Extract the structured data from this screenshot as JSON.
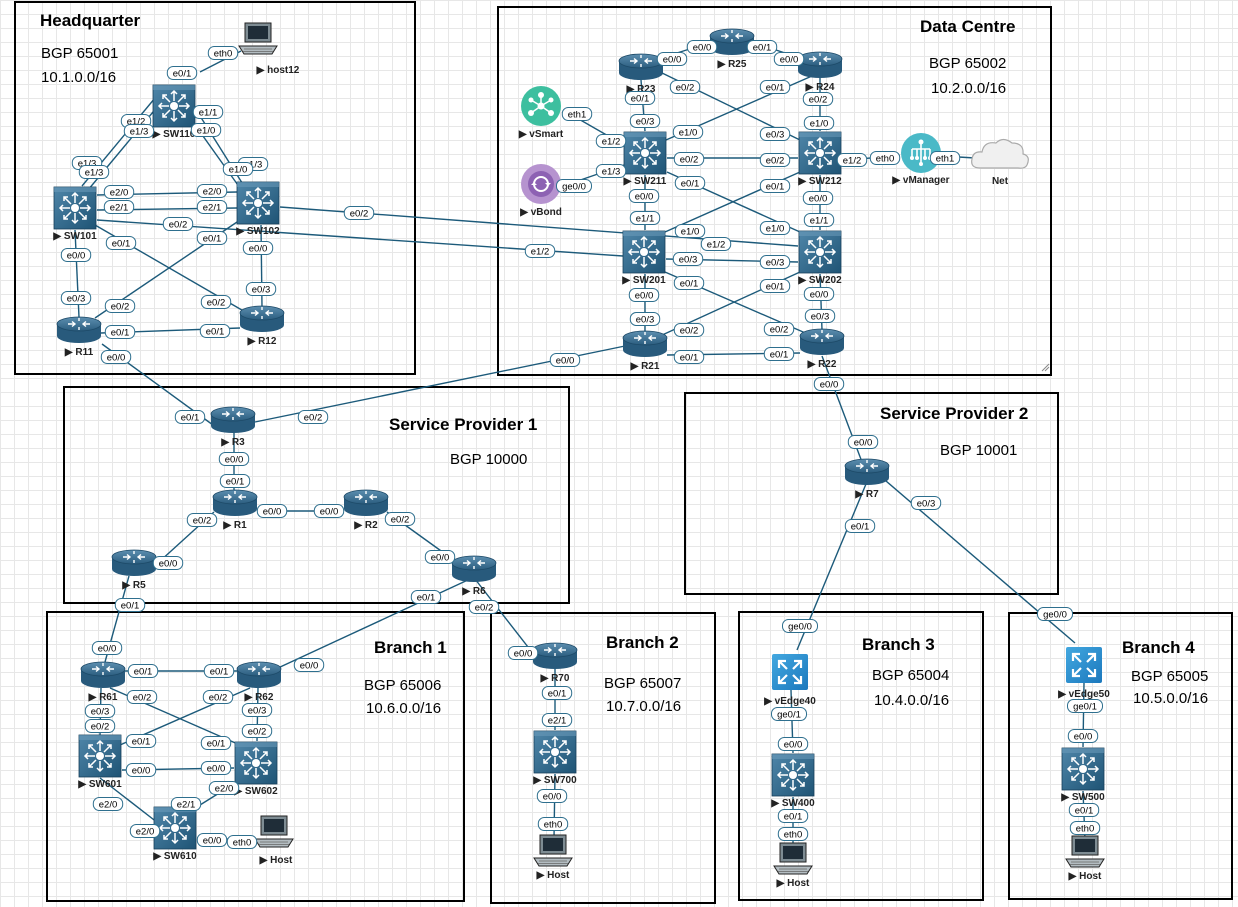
{
  "zones": [
    {
      "id": "hq",
      "title": "Headquarter",
      "lines": [
        "BGP 65001",
        "10.1.0.0/16"
      ]
    },
    {
      "id": "dc",
      "title": "Data Centre",
      "lines": [
        "BGP 65002",
        "10.2.0.0/16"
      ]
    },
    {
      "id": "sp1",
      "title": "Service Provider 1",
      "lines": [
        "BGP 10000"
      ]
    },
    {
      "id": "sp2",
      "title": "Service Provider 2",
      "lines": [
        "BGP 10001"
      ]
    },
    {
      "id": "b1",
      "title": "Branch 1",
      "lines": [
        "BGP 65006",
        "10.6.0.0/16"
      ]
    },
    {
      "id": "b2",
      "title": "Branch 2",
      "lines": [
        "BGP 65007",
        "10.7.0.0/16"
      ]
    },
    {
      "id": "b3",
      "title": "Branch 3",
      "lines": [
        "BGP 65004",
        "10.4.0.0/16"
      ]
    },
    {
      "id": "b4",
      "title": "Branch 4",
      "lines": [
        "BGP 65005",
        "10.5.0.0/16"
      ]
    }
  ],
  "nodes": [
    {
      "id": "host12",
      "label": "host12",
      "kind": "host"
    },
    {
      "id": "SW110",
      "label": "SW110",
      "kind": "switch"
    },
    {
      "id": "SW101",
      "label": "SW101",
      "kind": "switch"
    },
    {
      "id": "SW102",
      "label": "SW102",
      "kind": "switch"
    },
    {
      "id": "R11",
      "label": "R11",
      "kind": "router"
    },
    {
      "id": "R12",
      "label": "R12",
      "kind": "router"
    },
    {
      "id": "R23",
      "label": "R23",
      "kind": "router"
    },
    {
      "id": "R25",
      "label": "R25",
      "kind": "router"
    },
    {
      "id": "R24",
      "label": "R24",
      "kind": "router"
    },
    {
      "id": "vSmart",
      "label": "vSmart",
      "kind": "vsmart"
    },
    {
      "id": "vBond",
      "label": "vBond",
      "kind": "vbond"
    },
    {
      "id": "SW211",
      "label": "SW211",
      "kind": "switch"
    },
    {
      "id": "SW212",
      "label": "SW212",
      "kind": "switch"
    },
    {
      "id": "vManager",
      "label": "vManager",
      "kind": "vmanager"
    },
    {
      "id": "Net",
      "label": "Net",
      "kind": "cloud"
    },
    {
      "id": "SW201",
      "label": "SW201",
      "kind": "switch"
    },
    {
      "id": "SW202",
      "label": "SW202",
      "kind": "switch"
    },
    {
      "id": "R21",
      "label": "R21",
      "kind": "router"
    },
    {
      "id": "R22",
      "label": "R22",
      "kind": "router"
    },
    {
      "id": "R3",
      "label": "R3",
      "kind": "router"
    },
    {
      "id": "R1",
      "label": "R1",
      "kind": "router"
    },
    {
      "id": "R2",
      "label": "R2",
      "kind": "router"
    },
    {
      "id": "R5",
      "label": "R5",
      "kind": "router"
    },
    {
      "id": "R6",
      "label": "R6",
      "kind": "router"
    },
    {
      "id": "R7",
      "label": "R7",
      "kind": "router"
    },
    {
      "id": "R61",
      "label": "R61",
      "kind": "router"
    },
    {
      "id": "R62",
      "label": "R62",
      "kind": "router"
    },
    {
      "id": "SW601",
      "label": "SW601",
      "kind": "switch"
    },
    {
      "id": "SW602",
      "label": "SW602",
      "kind": "switch"
    },
    {
      "id": "SW610",
      "label": "SW610",
      "kind": "switch"
    },
    {
      "id": "HostB1",
      "label": "Host",
      "kind": "host"
    },
    {
      "id": "R70",
      "label": "R70",
      "kind": "router"
    },
    {
      "id": "SW700",
      "label": "SW700",
      "kind": "switch"
    },
    {
      "id": "HostB2",
      "label": "Host",
      "kind": "host"
    },
    {
      "id": "vEdge40",
      "label": "vEdge40",
      "kind": "vedge"
    },
    {
      "id": "SW400",
      "label": "SW400",
      "kind": "switch"
    },
    {
      "id": "HostB3",
      "label": "Host",
      "kind": "host"
    },
    {
      "id": "vEdge50",
      "label": "vEdge50",
      "kind": "vedge"
    },
    {
      "id": "SW500",
      "label": "SW500",
      "kind": "switch"
    },
    {
      "id": "HostB4",
      "label": "Host",
      "kind": "host"
    }
  ],
  "links": [
    {
      "a": "SW110",
      "b": "host12",
      "ia": "e0/1",
      "ib": "eth0"
    },
    {
      "a": "SW110",
      "b": "SW101",
      "ia": "e1/2",
      "ib": "e1/3"
    },
    {
      "a": "SW110",
      "b": "SW101",
      "ia": "e1/3",
      "ib": "e1/3"
    },
    {
      "a": "SW110",
      "b": "SW102",
      "ia": "e1/1",
      "ib": "e1/3"
    },
    {
      "a": "SW110",
      "b": "SW102",
      "ia": "e1/0",
      "ib": "e1/0"
    },
    {
      "a": "SW101",
      "b": "SW102",
      "ia": "e2/0",
      "ib": "e2/0"
    },
    {
      "a": "SW101",
      "b": "SW102",
      "ia": "e2/1",
      "ib": "e2/1"
    },
    {
      "a": "SW101",
      "b": "SW201",
      "ia": "e0/2",
      "ib": "e1/2"
    },
    {
      "a": "SW102",
      "b": "SW202",
      "ia": "e0/2",
      "ib": "e1/2"
    },
    {
      "a": "SW101",
      "b": "R11",
      "ia": "e0/0",
      "ib": "e0/3"
    },
    {
      "a": "SW101",
      "b": "R12",
      "ia": "e0/1",
      "ib": "e0/2"
    },
    {
      "a": "SW102",
      "b": "R11",
      "ia": "e0/1",
      "ib": "e0/2"
    },
    {
      "a": "SW102",
      "b": "R12",
      "ia": "e0/0",
      "ib": "e0/3"
    },
    {
      "a": "R11",
      "b": "R12",
      "ia": "e0/1",
      "ib": "e0/1"
    },
    {
      "a": "R11",
      "b": "R3",
      "ia": "e0/0",
      "ib": "e0/1"
    },
    {
      "a": "R23",
      "b": "R25",
      "ia": "e0/0",
      "ib": "e0/0"
    },
    {
      "a": "R25",
      "b": "R24",
      "ia": "e0/1",
      "ib": "e0/0"
    },
    {
      "a": "R23",
      "b": "SW211",
      "ia": "e0/1",
      "ib": "e0/3"
    },
    {
      "a": "R23",
      "b": "SW212",
      "ia": "e0/2",
      "ib": "e0/3"
    },
    {
      "a": "R24",
      "b": "SW211",
      "ia": "e0/1",
      "ib": "e1/0"
    },
    {
      "a": "R24",
      "b": "SW212",
      "ia": "e0/2",
      "ib": "e1/0"
    },
    {
      "a": "vSmart",
      "b": "SW211",
      "ia": "eth1",
      "ib": "e1/2"
    },
    {
      "a": "vBond",
      "b": "SW211",
      "ia": "ge0/0",
      "ib": "e1/3"
    },
    {
      "a": "SW211",
      "b": "SW212",
      "ia": "e0/2",
      "ib": "e0/2"
    },
    {
      "a": "SW211",
      "b": "SW202",
      "ia": "e0/1",
      "ib": "e1/0"
    },
    {
      "a": "SW212",
      "b": "SW201",
      "ia": "e0/1",
      "ib": "e1/0"
    },
    {
      "a": "SW211",
      "b": "SW201",
      "ia": "e0/0",
      "ib": "e1/1"
    },
    {
      "a": "SW212",
      "b": "SW202",
      "ia": "e0/0",
      "ib": "e1/1"
    },
    {
      "a": "SW212",
      "b": "vManager",
      "ia": "e1/2",
      "ib": "eth0"
    },
    {
      "a": "vManager",
      "b": "Net",
      "ia": "eth1",
      "ib": ""
    },
    {
      "a": "SW201",
      "b": "SW202",
      "ia": "e0/3",
      "ib": "e0/3"
    },
    {
      "a": "SW201",
      "b": "R21",
      "ia": "e0/0",
      "ib": "e0/3"
    },
    {
      "a": "SW201",
      "b": "R22",
      "ia": "e0/1",
      "ib": "e0/2"
    },
    {
      "a": "SW202",
      "b": "R21",
      "ia": "e0/1",
      "ib": "e0/2"
    },
    {
      "a": "SW202",
      "b": "R22",
      "ia": "e0/0",
      "ib": "e0/3"
    },
    {
      "a": "R21",
      "b": "R22",
      "ia": "e0/1",
      "ib": "e0/1"
    },
    {
      "a": "R21",
      "b": "R3",
      "ia": "e0/0",
      "ib": "e0/2"
    },
    {
      "a": "R22",
      "b": "R7",
      "ia": "e0/0",
      "ib": "e0/0"
    },
    {
      "a": "R3",
      "b": "R1",
      "ia": "e0/0",
      "ib": "e0/1"
    },
    {
      "a": "R1",
      "b": "R2",
      "ia": "e0/0",
      "ib": "e0/0"
    },
    {
      "a": "R1",
      "b": "R5",
      "ia": "e0/2",
      "ib": "e0/0"
    },
    {
      "a": "R2",
      "b": "R6",
      "ia": "e0/2",
      "ib": "e0/0"
    },
    {
      "a": "R5",
      "b": "R61",
      "ia": "e0/1",
      "ib": "e0/0"
    },
    {
      "a": "R6",
      "b": "R62",
      "ia": "e0/1",
      "ib": "e0/0"
    },
    {
      "a": "R6",
      "b": "R70",
      "ia": "e0/2",
      "ib": "e0/0"
    },
    {
      "a": "R7",
      "b": "vEdge40",
      "ia": "e0/1",
      "ib": "ge0/0"
    },
    {
      "a": "R7",
      "b": "vEdge50",
      "ia": "e0/3",
      "ib": "ge0/0"
    },
    {
      "a": "R61",
      "b": "R62",
      "ia": "e0/1",
      "ib": "e0/1"
    },
    {
      "a": "R61",
      "b": "SW601",
      "ia": "e0/3",
      "ib": "e0/2"
    },
    {
      "a": "R61",
      "b": "SW602",
      "ia": "e0/2",
      "ib": "e0/1"
    },
    {
      "a": "R62",
      "b": "SW601",
      "ia": "e0/2",
      "ib": "e0/1"
    },
    {
      "a": "R62",
      "b": "SW602",
      "ia": "e0/3",
      "ib": "e0/2"
    },
    {
      "a": "SW601",
      "b": "SW602",
      "ia": "e0/0",
      "ib": "e0/0"
    },
    {
      "a": "SW601",
      "b": "SW610",
      "ia": "e2/0",
      "ib": "e2/0"
    },
    {
      "a": "SW602",
      "b": "SW610",
      "ia": "e2/0",
      "ib": "e2/1"
    },
    {
      "a": "SW610",
      "b": "HostB1",
      "ia": "e0/0",
      "ib": "eth0"
    },
    {
      "a": "R70",
      "b": "SW700",
      "ia": "e0/1",
      "ib": "e2/1"
    },
    {
      "a": "SW700",
      "b": "HostB2",
      "ia": "e0/0",
      "ib": "eth0"
    },
    {
      "a": "vEdge40",
      "b": "SW400",
      "ia": "ge0/1",
      "ib": "e0/0"
    },
    {
      "a": "SW400",
      "b": "HostB3",
      "ia": "e0/1",
      "ib": "eth0"
    },
    {
      "a": "vEdge50",
      "b": "SW500",
      "ia": "ge0/1",
      "ib": "e0/0"
    },
    {
      "a": "SW500",
      "b": "HostB4",
      "ia": "e0/1",
      "ib": "eth0"
    }
  ]
}
